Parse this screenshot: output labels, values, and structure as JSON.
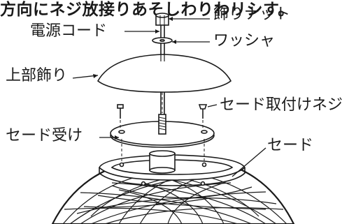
{
  "caption_top": "方向にネジ放接りあそしわりわリシす。",
  "labels": {
    "decorative_nut": "飾りナット",
    "power_cord": "電源コード",
    "washer": "ワッシャ",
    "top_ornament": "上部飾り",
    "shade_screw": "セード取付けネジ",
    "shade_holder": "セード受け",
    "shade": "セード"
  },
  "colors": {
    "line": "#1a1a1a",
    "fill": "#ffffff"
  },
  "icons": [
    "decorative-nut-part",
    "washer-part",
    "shade-screw-part",
    "cord-rod-part"
  ]
}
